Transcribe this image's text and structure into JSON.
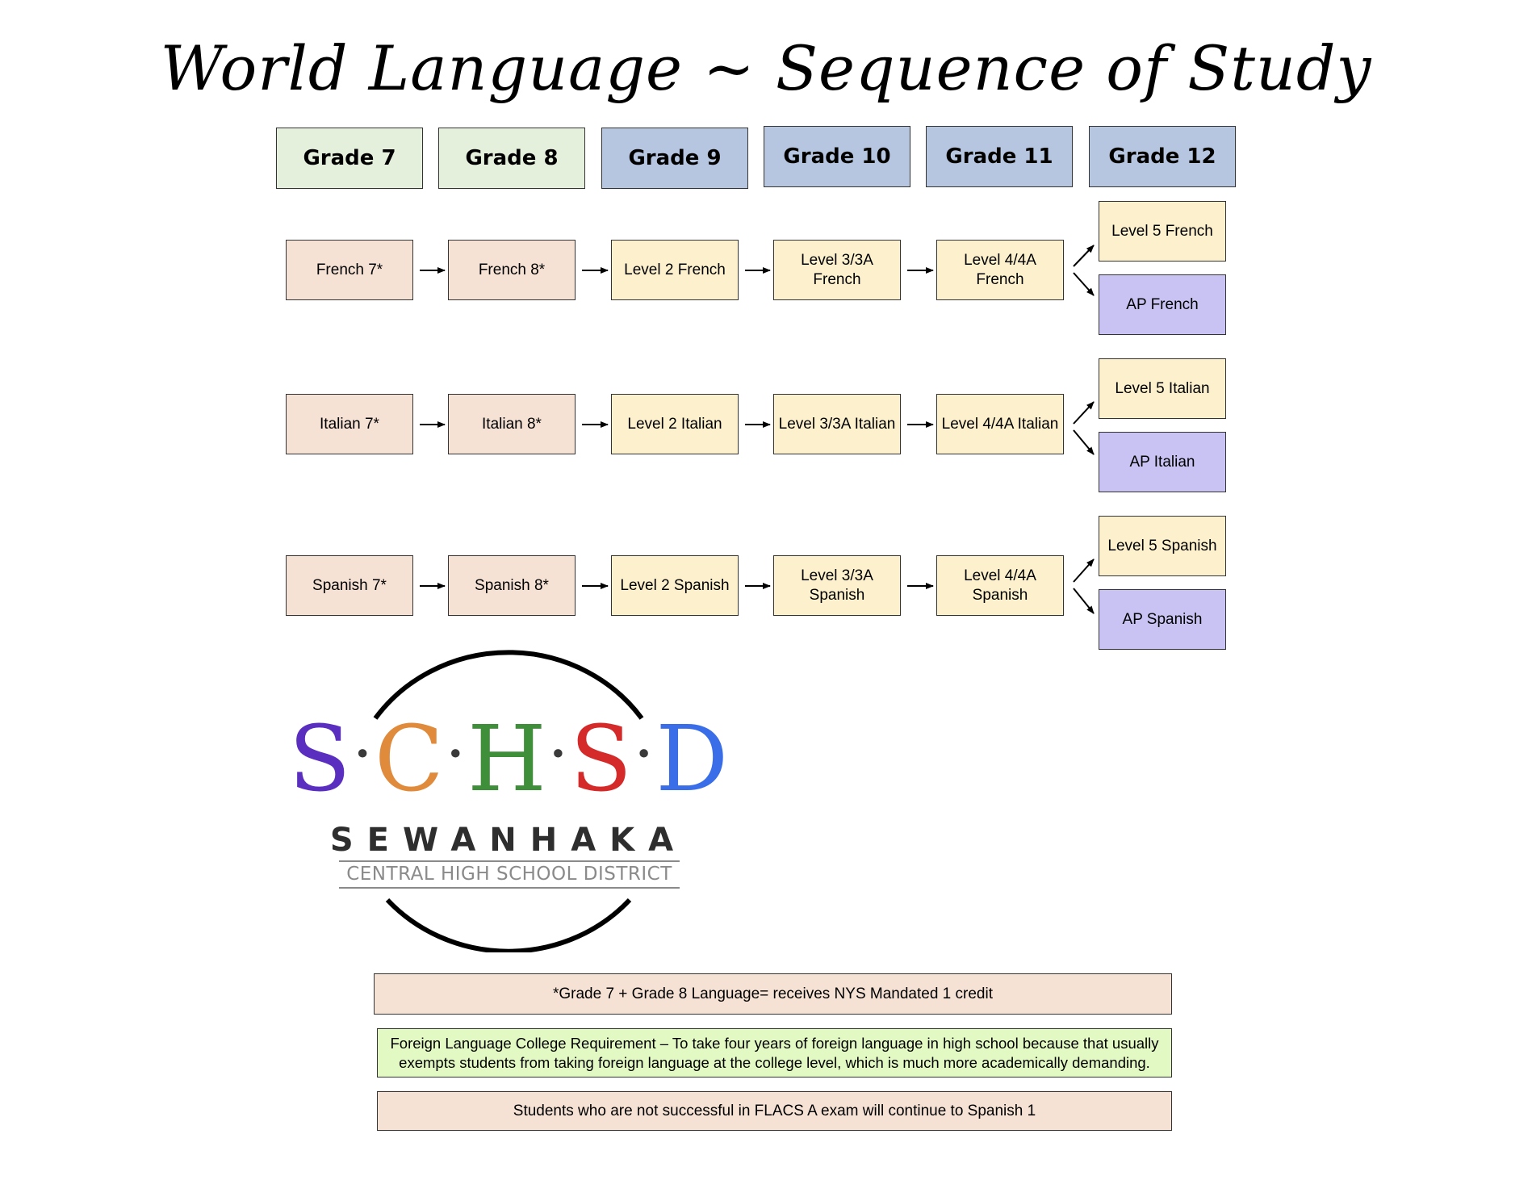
{
  "title": "World Language ~ Sequence of Study",
  "grades": [
    "Grade 7",
    "Grade 8",
    "Grade 9",
    "Grade 10",
    "Grade 11",
    "Grade 12"
  ],
  "tracks": [
    {
      "courses": [
        "French 7*",
        "French 8*",
        "Level 2 French",
        "Level 3/3A French",
        "Level 4/4A French"
      ],
      "options": [
        "Level 5 French",
        "AP French"
      ]
    },
    {
      "courses": [
        "Italian 7*",
        "Italian 8*",
        "Level 2 Italian",
        "Level 3/3A Italian",
        "Level 4/4A Italian"
      ],
      "options": [
        "Level 5 Italian",
        "AP Italian"
      ]
    },
    {
      "courses": [
        "Spanish 7*",
        "Spanish 8*",
        "Level 2 Spanish",
        "Level 3/3A Spanish",
        "Level 4/4A Spanish"
      ],
      "options": [
        "Level 5 Spanish",
        "AP Spanish"
      ]
    }
  ],
  "logo": {
    "letters": [
      "S",
      "C",
      "H",
      "S",
      "D"
    ],
    "letter_colors": [
      "#5a2fc0",
      "#e08a3c",
      "#3f8f3a",
      "#d42a2a",
      "#3a6ee8"
    ],
    "name": "SEWANHAKA",
    "subtitle": "CENTRAL HIGH SCHOOL DISTRICT"
  },
  "notes": {
    "credit": "*Grade 7 + Grade 8 Language= receives NYS Mandated 1 credit",
    "college": "Foreign Language College Requirement – To take four years of foreign language in high school because that usually exempts students from taking foreign language at the college level, which is much more academically demanding.",
    "flacs": "Students who are not successful in FLACS A exam will continue to Spanish 1"
  },
  "colors": {
    "grade_middle_school": "#e4efdc",
    "grade_high_school": "#b6c5e0",
    "middle_school_course": "#f6e2d4",
    "high_school_course": "#fdf1cd",
    "ap_course": "#c8c3f3",
    "college_note": "#e3f9c4"
  }
}
